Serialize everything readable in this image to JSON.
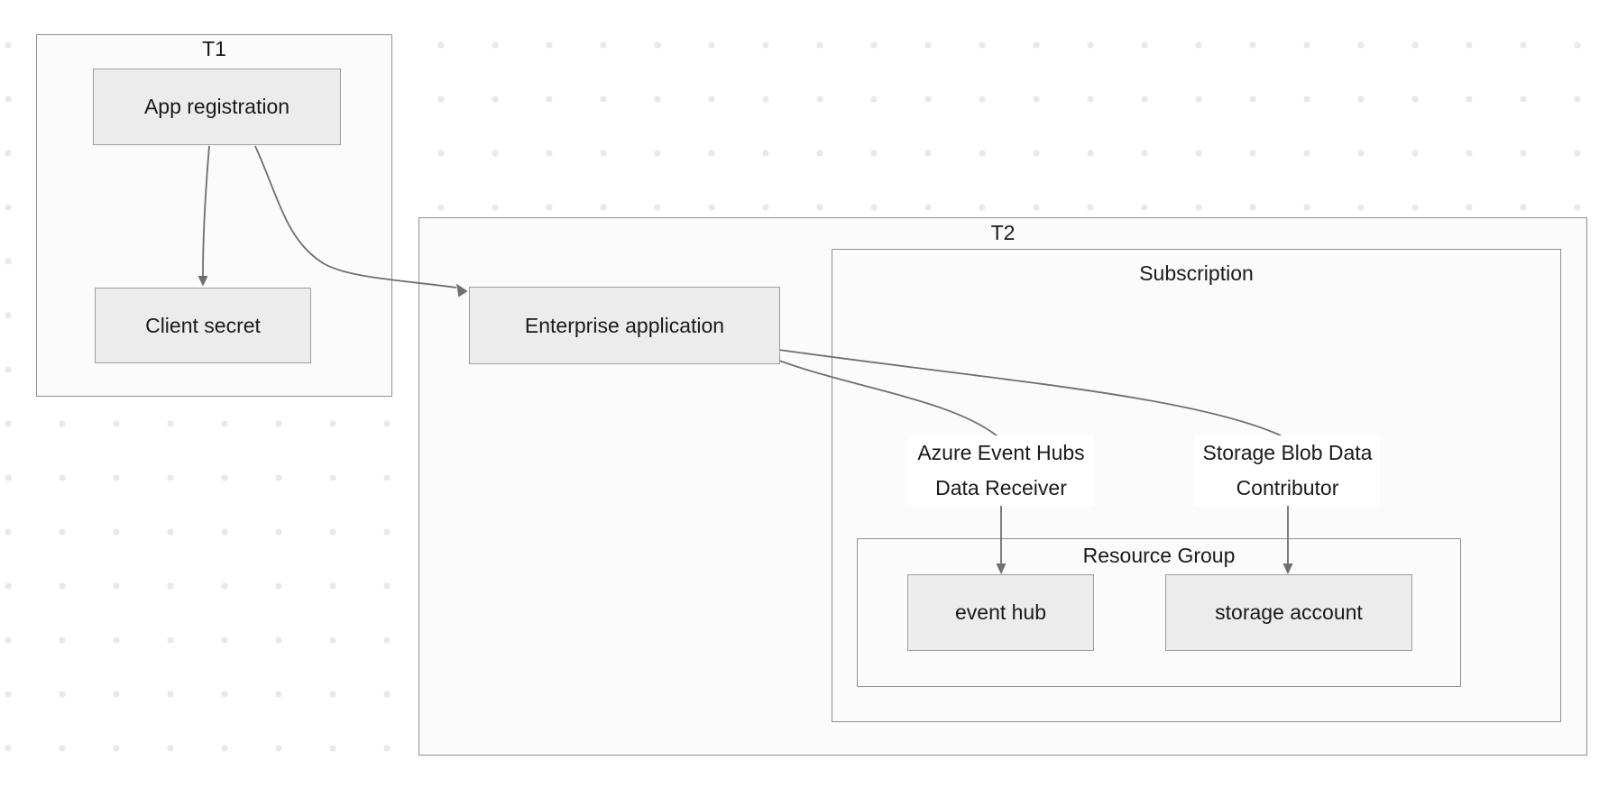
{
  "diagram": {
    "clusters": [
      {
        "id": "t1",
        "label": "T1"
      },
      {
        "id": "t2",
        "label": "T2"
      },
      {
        "id": "subscription",
        "label": "Subscription",
        "parent": "T2"
      },
      {
        "id": "resource-group",
        "label": "Resource Group",
        "parent": "Subscription"
      }
    ],
    "nodes": [
      {
        "id": "app-registration",
        "label": "App registration",
        "cluster": "T1"
      },
      {
        "id": "client-secret",
        "label": "Client secret",
        "cluster": "T1"
      },
      {
        "id": "enterprise-application",
        "label": "Enterprise application",
        "cluster": "T2"
      },
      {
        "id": "event-hub",
        "label": "event hub",
        "cluster": "Resource Group"
      },
      {
        "id": "storage-account",
        "label": "storage account",
        "cluster": "Resource Group"
      }
    ],
    "edges": [
      {
        "from": "App registration",
        "to": "Client secret",
        "label": ""
      },
      {
        "from": "App registration",
        "to": "Enterprise application",
        "label": ""
      },
      {
        "from": "Enterprise application",
        "to": "event hub",
        "label": "Azure Event Hubs Data Receiver",
        "label_lines": [
          "Azure Event Hubs",
          "Data Receiver"
        ]
      },
      {
        "from": "Enterprise application",
        "to": "storage account",
        "label": "Storage Blob Data Contributor",
        "label_lines": [
          "Storage Blob Data",
          "Contributor"
        ]
      }
    ],
    "colors": {
      "background": "#ffffff",
      "grid_dot": "#e9e9e9",
      "cluster_fill": "#fbfbfb",
      "cluster_border": "#8f8f8f",
      "node_fill": "#ececec",
      "node_border": "#9e9e9e",
      "edge": "#6f6f6f",
      "text": "#1a1a1a"
    }
  }
}
